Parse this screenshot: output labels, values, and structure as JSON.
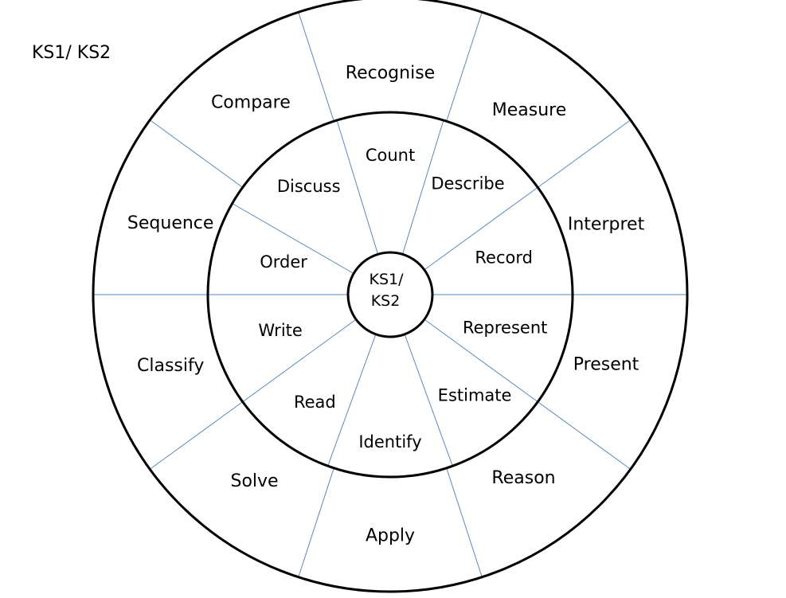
{
  "title": "KS1/ KS2",
  "center": {
    "lines": [
      "KS1/",
      "KS2"
    ]
  },
  "inner_ring": [
    "Count",
    "Describe",
    "Record",
    "Represent",
    "Estimate",
    "Identify",
    "Read",
    "Write",
    "Order",
    "Discuss"
  ],
  "outer_ring": [
    "Recognise",
    "Measure",
    "Interpret",
    "Present",
    "Reason",
    "Apply",
    "Solve",
    "Classify",
    "Sequence",
    "Compare"
  ],
  "colors": {
    "divider": "#5b87c0",
    "ring": "#000000",
    "background": "#ffffff"
  }
}
